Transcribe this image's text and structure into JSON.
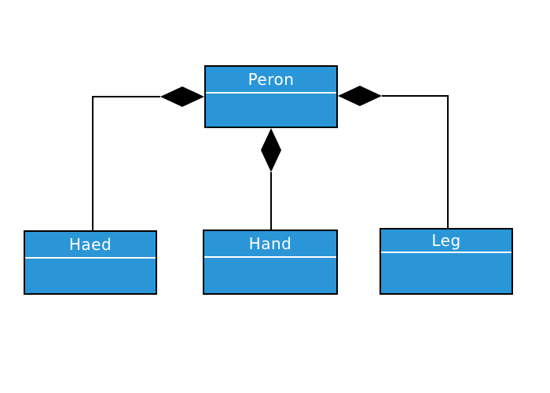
{
  "diagram": {
    "nodes": {
      "root": {
        "label": "Peron"
      },
      "child1": {
        "label": "Haed"
      },
      "child2": {
        "label": "Hand"
      },
      "child3": {
        "label": "Leg"
      }
    },
    "colors": {
      "node_fill": "#2A96D8",
      "node_border": "#000000",
      "divider": "#FFFFFF",
      "label_text": "#FFFFFF",
      "connector": "#000000",
      "diamond_fill": "#000000",
      "background": "#FFFFFF"
    }
  }
}
